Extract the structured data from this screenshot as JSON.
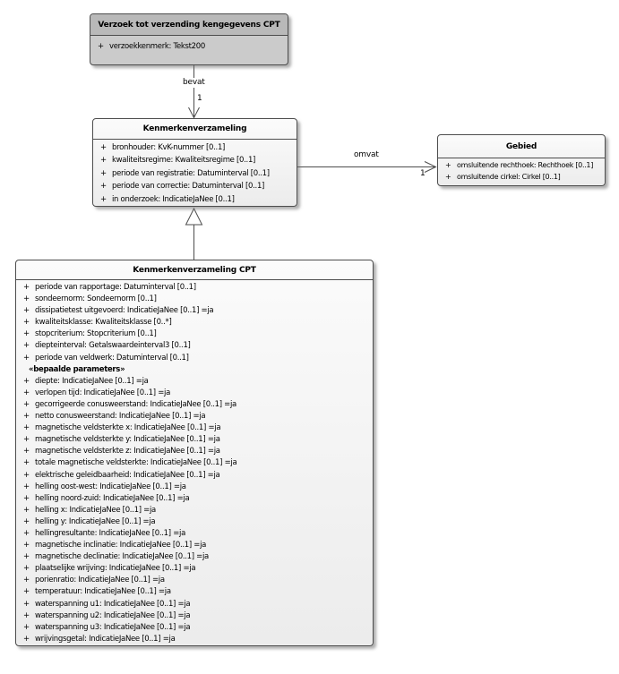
{
  "diagram": {
    "classes": {
      "verzoek": {
        "title": "Verzoek tot verzending kengegevens CPT",
        "attributes": [
          {
            "vis": "+",
            "text": "verzoekkenmerk: Tekst200"
          }
        ]
      },
      "kenmerkenverzameling": {
        "title": "Kenmerkenverzameling",
        "attributes": [
          {
            "vis": "+",
            "text": "bronhouder: KvK-nummer [0..1]"
          },
          {
            "vis": "+",
            "text": "kwaliteitsregime: Kwaliteitsregime [0..1]"
          },
          {
            "vis": "+",
            "text": "periode van registratie: Datuminterval [0..1]"
          },
          {
            "vis": "+",
            "text": "periode van correctie: Datuminterval [0..1]"
          },
          {
            "vis": "+",
            "text": "in onderzoek: IndicatieJaNee [0..1]"
          }
        ]
      },
      "gebied": {
        "title": "Gebied",
        "attributes": [
          {
            "vis": "+",
            "text": "omsluitende rechthoek: Rechthoek [0..1]"
          },
          {
            "vis": "+",
            "text": "omsluitende cirkel: Cirkel [0..1]"
          }
        ]
      },
      "cpt": {
        "title": "Kenmerkenverzameling CPT",
        "attributes": [
          {
            "vis": "+",
            "text": "periode van rapportage: Datuminterval [0..1]"
          },
          {
            "vis": "+",
            "text": "sondeernorm: Sondeernorm [0..1]"
          },
          {
            "vis": "+",
            "text": "dissipatietest uitgevoerd: IndicatieJaNee [0..1] =ja"
          },
          {
            "vis": "+",
            "text": "kwaliteitsklasse: Kwaliteitsklasse [0..*]"
          },
          {
            "vis": "+",
            "text": "stopcriterium: Stopcriterium [0..1]"
          },
          {
            "vis": "+",
            "text": "diepteinterval: Getalswaardeinterval3 [0..1]"
          },
          {
            "vis": "+",
            "text": "periode van veldwerk: Datuminterval [0..1]"
          }
        ],
        "stereotype": "«bepaalde parameters»",
        "parameters": [
          {
            "vis": "+",
            "text": "diepte: IndicatieJaNee [0..1] =ja"
          },
          {
            "vis": "+",
            "text": "verlopen tijd: IndicatieJaNee [0..1] =ja"
          },
          {
            "vis": "+",
            "text": "gecorrigeerde conusweerstand: IndicatieJaNee [0..1] =ja"
          },
          {
            "vis": "+",
            "text": "netto conusweerstand: IndicatieJaNee [0..1] =ja"
          },
          {
            "vis": "+",
            "text": "magnetische veldsterkte x: IndicatieJaNee [0..1] =ja"
          },
          {
            "vis": "+",
            "text": "magnetische veldsterkte y: IndicatieJaNee [0..1] =ja"
          },
          {
            "vis": "+",
            "text": "magnetische veldsterkte z: IndicatieJaNee [0..1] =ja"
          },
          {
            "vis": "+",
            "text": "totale magnetische veldsterkte: IndicatieJaNee [0..1] =ja"
          },
          {
            "vis": "+",
            "text": "elektrische geleidbaarheid: IndicatieJaNee [0..1] =ja"
          },
          {
            "vis": "+",
            "text": "helling oost-west: IndicatieJaNee [0..1] =ja"
          },
          {
            "vis": "+",
            "text": "helling noord-zuid: IndicatieJaNee [0..1] =ja"
          },
          {
            "vis": "+",
            "text": "helling x: IndicatieJaNee [0..1] =ja"
          },
          {
            "vis": "+",
            "text": "helling y: IndicatieJaNee [0..1] =ja"
          },
          {
            "vis": "+",
            "text": "hellingresultante: IndicatieJaNee [0..1] =ja"
          },
          {
            "vis": "+",
            "text": "magnetische inclinatie: IndicatieJaNee [0..1] =ja"
          },
          {
            "vis": "+",
            "text": "magnetische declinatie: IndicatieJaNee [0..1] =ja"
          },
          {
            "vis": "+",
            "text": "plaatselijke wrijving: IndicatieJaNee [0..1] =ja"
          },
          {
            "vis": "+",
            "text": "porienratio: IndicatieJaNee [0..1] =ja"
          },
          {
            "vis": "+",
            "text": "temperatuur: IndicatieJaNee [0..1] =ja"
          },
          {
            "vis": "+",
            "text": "waterspanning u1: IndicatieJaNee [0..1] =ja"
          },
          {
            "vis": "+",
            "text": "waterspanning u2: IndicatieJaNee [0..1] =ja"
          },
          {
            "vis": "+",
            "text": "waterspanning u3: IndicatieJaNee [0..1] =ja"
          },
          {
            "vis": "+",
            "text": "wrijvingsgetal: IndicatieJaNee [0..1] =ja"
          }
        ]
      }
    },
    "edges": {
      "bevat": {
        "label": "bevat",
        "multiplicity": "1"
      },
      "omvat": {
        "label": "omvat",
        "multiplicity": "1"
      }
    },
    "line_color": "#4d4d4d"
  }
}
